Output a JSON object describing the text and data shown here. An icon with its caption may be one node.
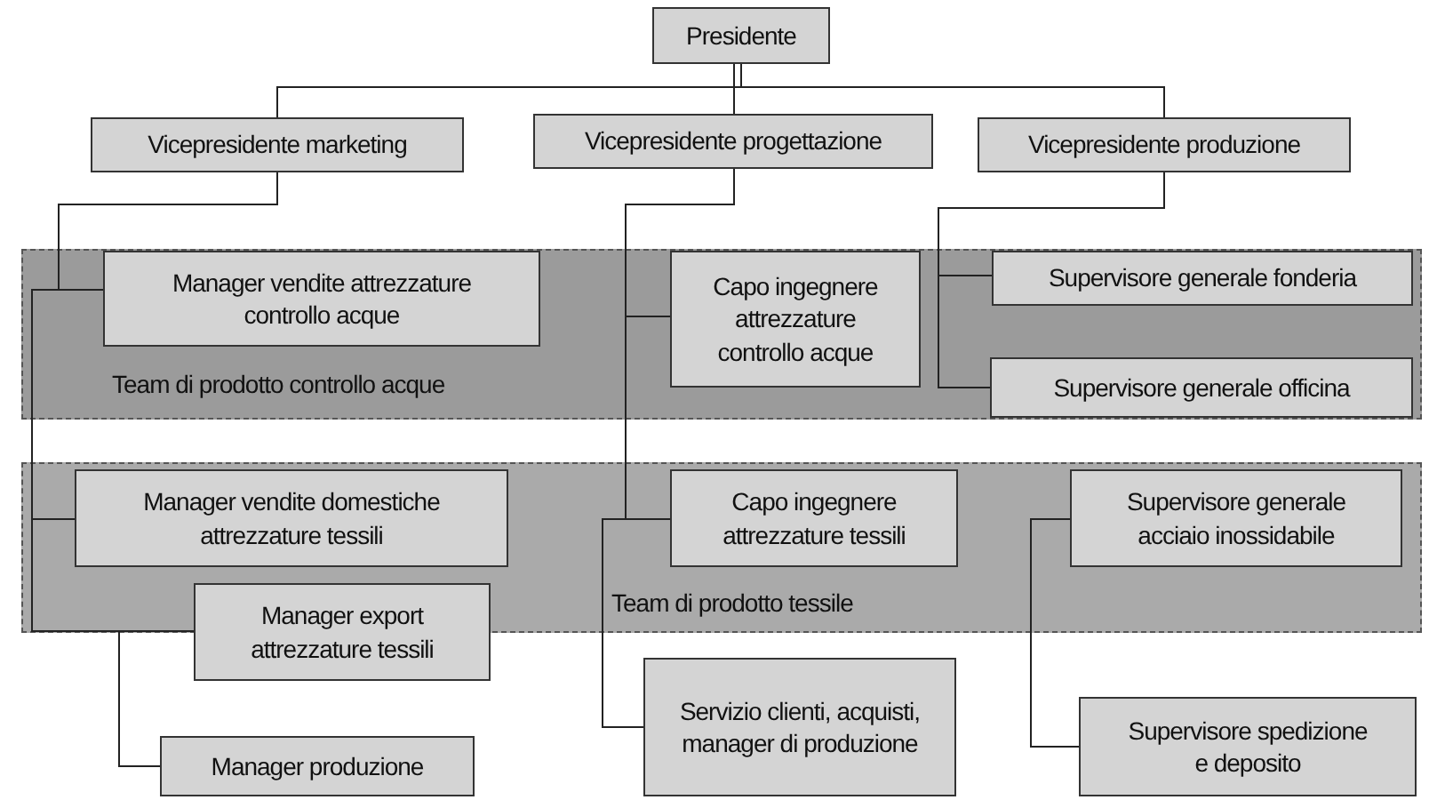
{
  "diagram": {
    "nodes": [
      {
        "text": [
          "Presidente"
        ]
      },
      {
        "text": [
          "Vicepresidente marketing"
        ]
      },
      {
        "text": [
          "Vicepresidente progettazione"
        ]
      },
      {
        "text": [
          "Vicepresidente produzione"
        ]
      },
      {
        "text": [
          "Team di prodotto controllo acque"
        ]
      },
      {
        "text": [
          "Manager vendite attrezzature controllo acque"
        ],
        "in": 4
      },
      {
        "text": [
          "Capo ingegnere attrezzature controllo acque"
        ],
        "in": 4
      },
      {
        "text": [
          "Supervisore generale fonderia"
        ],
        "in": 4
      },
      {
        "text": [
          "Supervisore generale officina"
        ],
        "in": 4
      },
      {
        "text": [
          "Team di prodotto tessile"
        ]
      },
      {
        "text": [
          "Manager vendite domestiche attrezzature tessili"
        ],
        "in": 9
      },
      {
        "text": [
          "Capo ingegnere attrezzature tessili"
        ],
        "in": 9
      },
      {
        "text": [
          "Supervisore generale acciaio inossidabile"
        ],
        "in": 9
      },
      {
        "text": [
          "Manager export attrezzature tessili"
        ]
      },
      {
        "text": [
          "Servizio clienti, acquisti, manager di produzione"
        ]
      },
      {
        "text": [
          "Manager produzione"
        ]
      },
      {
        "text": [
          "Supervisore spedizione e deposito"
        ]
      }
    ],
    "edges": [
      {
        "from": 0,
        "to": 1,
        "arrow": "none"
      },
      {
        "from": 0,
        "to": 2,
        "arrow": "none"
      },
      {
        "from": 0,
        "to": 3,
        "arrow": "none"
      },
      {
        "from": 1,
        "to": 5,
        "arrow": "none"
      },
      {
        "from": 1,
        "to": 10,
        "arrow": "none"
      },
      {
        "from": 1,
        "to": 13,
        "arrow": "none"
      },
      {
        "from": 1,
        "to": 15,
        "arrow": "none"
      },
      {
        "from": 2,
        "to": 6,
        "arrow": "none"
      },
      {
        "from": 2,
        "to": 11,
        "arrow": "none"
      },
      {
        "from": 2,
        "to": 14,
        "arrow": "none"
      },
      {
        "from": 3,
        "to": 7,
        "arrow": "none"
      },
      {
        "from": 3,
        "to": 8,
        "arrow": "none"
      },
      {
        "from": 12,
        "to": 16,
        "arrow": "none"
      }
    ]
  }
}
